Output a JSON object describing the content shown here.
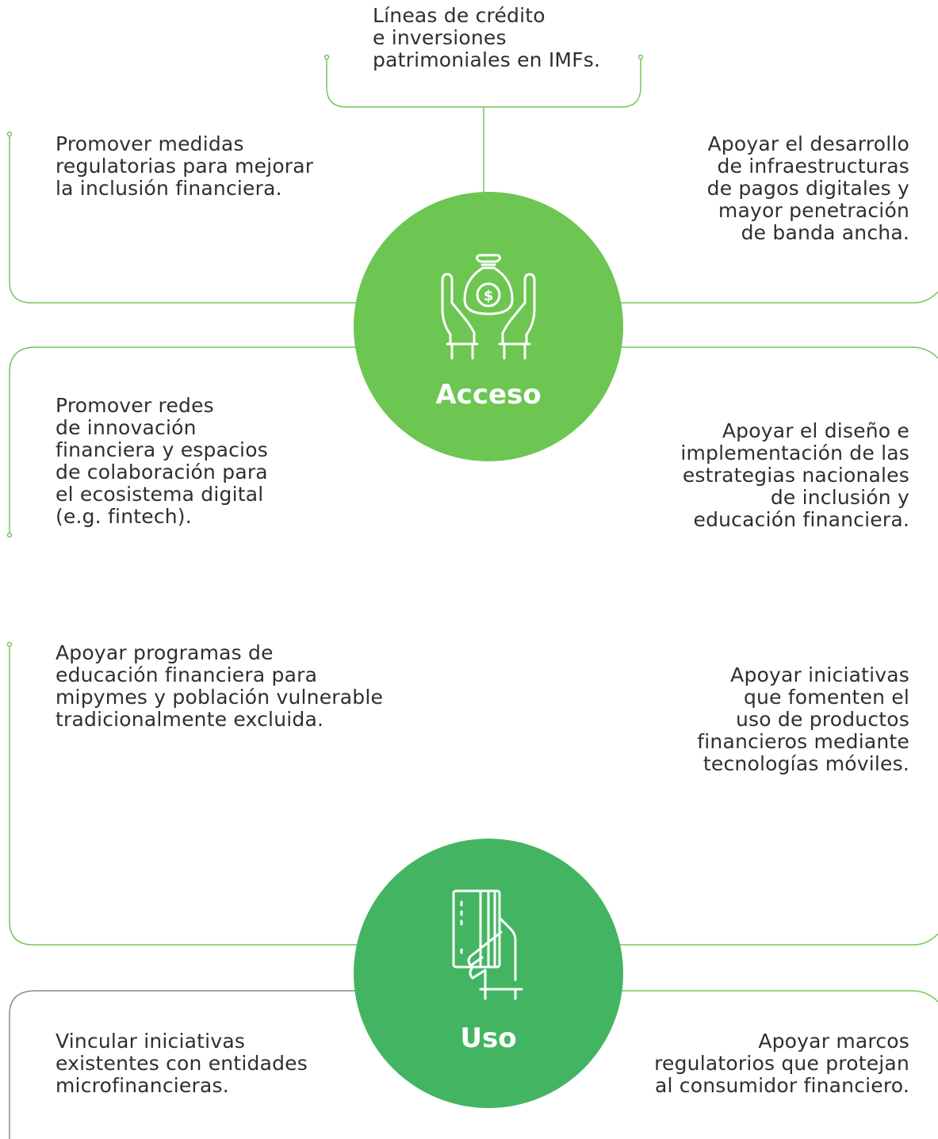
{
  "colors": {
    "acceso_circle": "#6cc651",
    "uso_circle": "#43b562",
    "connector_green": "#72c75a",
    "connector_gray": "#8a8a8a"
  },
  "acceso": {
    "title": "Acceso",
    "icon": "money-bag-hands-icon",
    "top_text": "Líneas de crédito\ne inversiones\npatrimoniales en IMFs.",
    "upper_left_text": "Promover medidas\nregulatorias para mejorar\nla inclusión financiera.",
    "upper_right_text": "Apoyar el desarrollo\nde infraestructuras\nde pagos digitales y\nmayor penetración\nde banda ancha.",
    "lower_left_text": "Promover redes\nde innovación\nfinanciera y espacios\nde colaboración para\nel ecosistema digital\n(e.g. fintech).",
    "lower_right_text": "Apoyar el diseño e\nimplementación de las\nestrategias nacionales\nde inclusión y\neducación financiera."
  },
  "uso": {
    "title": "Uso",
    "icon": "card-in-hand-icon",
    "upper_left_text": "Apoyar programas de\neducación financiera para\nmipymes y población vulnerable\ntradicionalmente excluida.",
    "upper_right_text": "Apoyar iniciativas\nque fomenten el\nuso de productos\nfinancieros mediante\ntecnologías móviles.",
    "lower_left_text": "Vincular iniciativas\nexistentes con entidades\nmicrofinancieras.",
    "lower_right_text": "Apoyar marcos\nregulatorios que protejan\nal consumidor financiero."
  }
}
